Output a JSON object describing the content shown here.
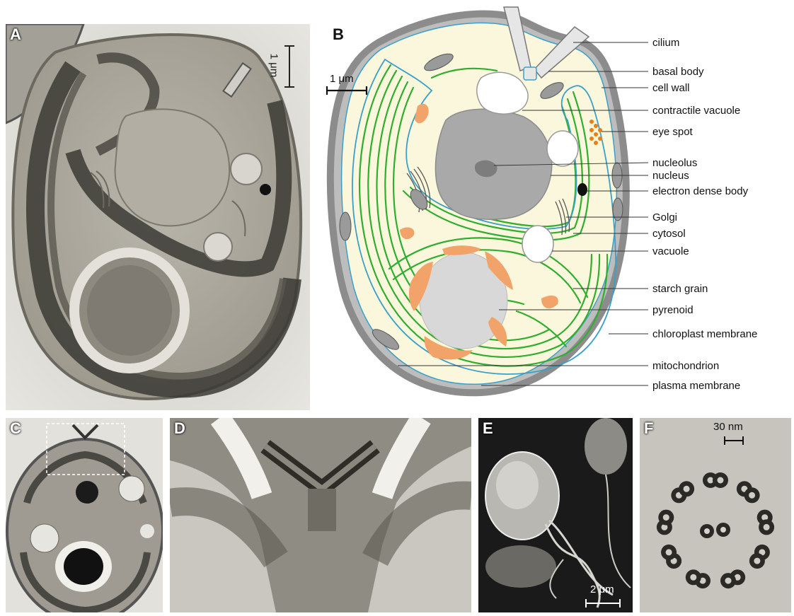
{
  "figure": {
    "panels": {
      "a": {
        "letter": "A",
        "scale_label": "1 μm"
      },
      "b": {
        "letter": "B",
        "scale_label": "1 μm"
      },
      "c": {
        "letter": "C"
      },
      "d": {
        "letter": "D"
      },
      "e": {
        "letter": "E",
        "scale_label": "2 μm"
      },
      "f": {
        "letter": "F",
        "scale_label": "30 nm"
      }
    },
    "labels": [
      "cilium",
      "basal body",
      "cell wall",
      "contractile vacuole",
      "eye spot",
      "nucleolus",
      "nucleus",
      "electron dense body",
      "Golgi",
      "cytosol",
      "vacuole",
      "starch grain",
      "pyrenoid",
      "chloroplast membrane",
      "mitochondrion",
      "plasma membrane"
    ],
    "colors": {
      "cell_wall": "#8c8c8c",
      "cytosol": "#fbf7dc",
      "chloroplast": "#2fae2f",
      "chloroplast_membrane": "#3aa0c8",
      "starch": "#f2a36a",
      "pyrenoid": "#d8d8d8",
      "nucleus": "#a9a9a9",
      "eye_spot": "#e8801a"
    }
  }
}
